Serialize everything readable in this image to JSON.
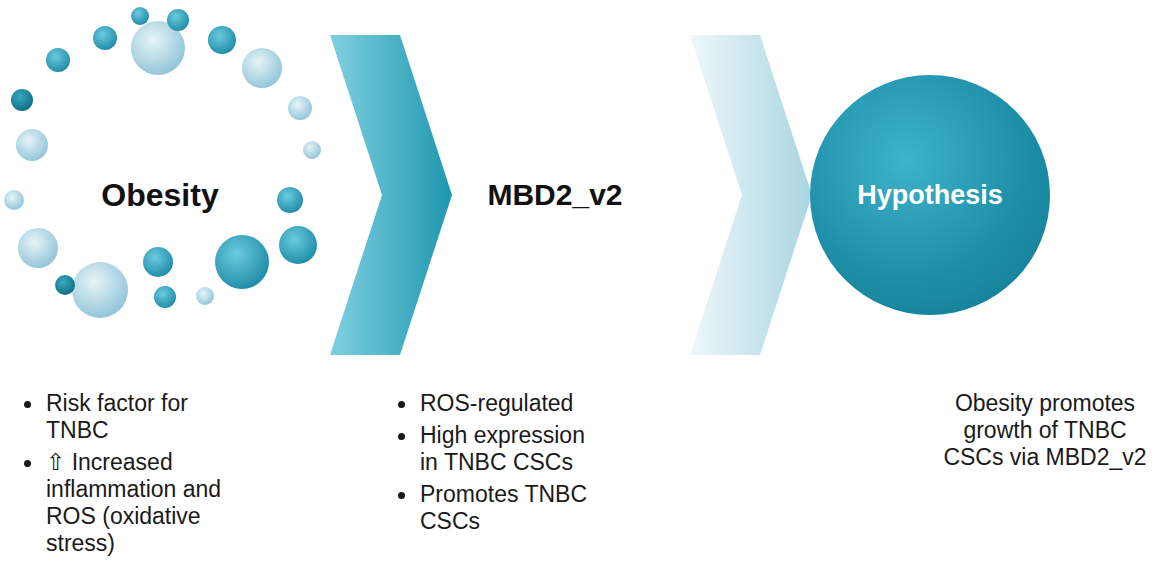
{
  "diagram": {
    "nodes": [
      {
        "text": [
          "Obesity"
        ]
      },
      {
        "text": [
          "Hypothesis"
        ]
      }
    ],
    "labels": [
      "MBD2_v2",
      "Risk factor for TNBC",
      "⇧ Increased inflammation and ROS (oxidative stress)",
      "ROS-regulated",
      "High expression in TNBC CSCs",
      "Promotes TNBC CSCs",
      "Obesity promotes growth of TNBC CSCs via MBD2_v2"
    ]
  }
}
